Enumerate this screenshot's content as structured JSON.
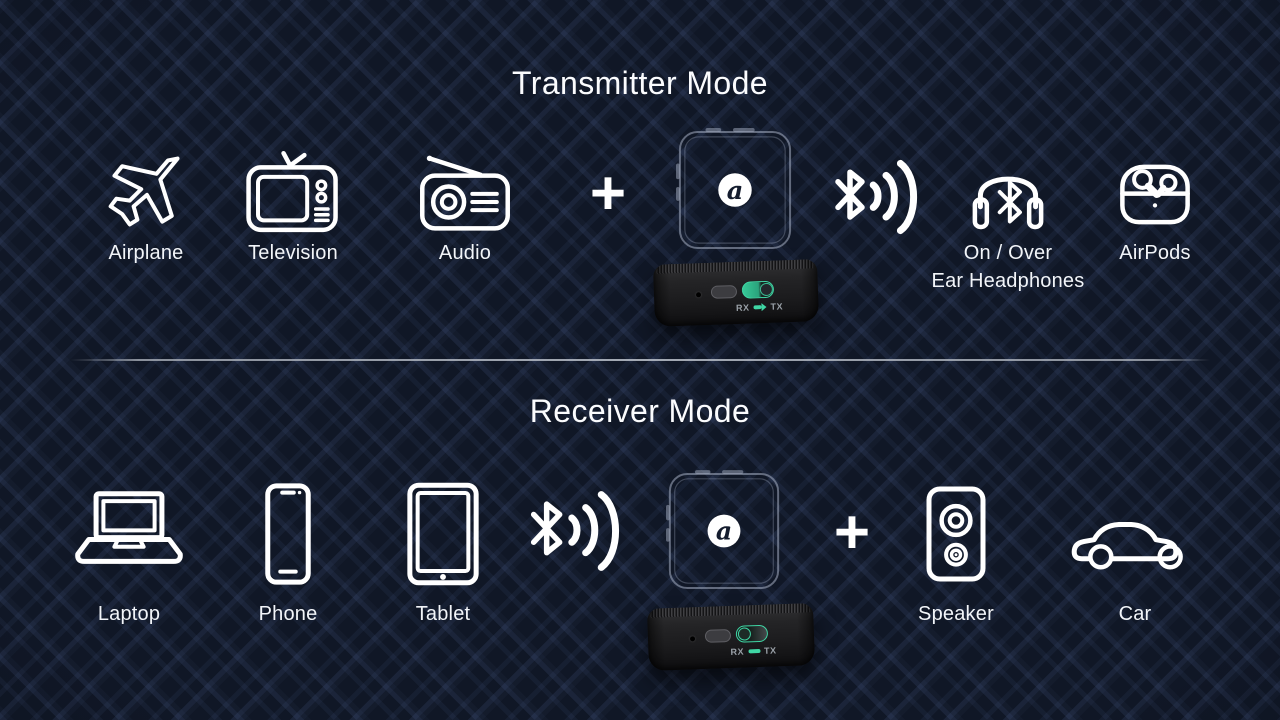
{
  "colors": {
    "background": "#101726",
    "weave_line": "#586ea4",
    "icon_stroke": "#ffffff",
    "accent_green": "#3fd6a4",
    "divider": "#a0a6b0"
  },
  "device_logo": {
    "glyph": "a"
  },
  "transmitter": {
    "title": "Transmitter Mode",
    "plus": "+",
    "sources": [
      {
        "name": "airplane",
        "label": "Airplane"
      },
      {
        "name": "television",
        "label": "Television"
      },
      {
        "name": "audio",
        "label": "Audio"
      }
    ],
    "switch": {
      "rx": "RX",
      "tx": "TX",
      "mode": "TX"
    },
    "targets": [
      {
        "name": "headphones",
        "label_line1": "On / Over",
        "label_line2": "Ear Headphones"
      },
      {
        "name": "airpods",
        "label": "AirPods"
      }
    ]
  },
  "receiver": {
    "title": "Receiver Mode",
    "plus": "+",
    "sources": [
      {
        "name": "laptop",
        "label": "Laptop"
      },
      {
        "name": "phone",
        "label": "Phone"
      },
      {
        "name": "tablet",
        "label": "Tablet"
      }
    ],
    "switch": {
      "rx": "RX",
      "tx": "TX",
      "mode": "RX"
    },
    "targets": [
      {
        "name": "speaker",
        "label": "Speaker"
      },
      {
        "name": "car",
        "label": "Car"
      }
    ]
  }
}
